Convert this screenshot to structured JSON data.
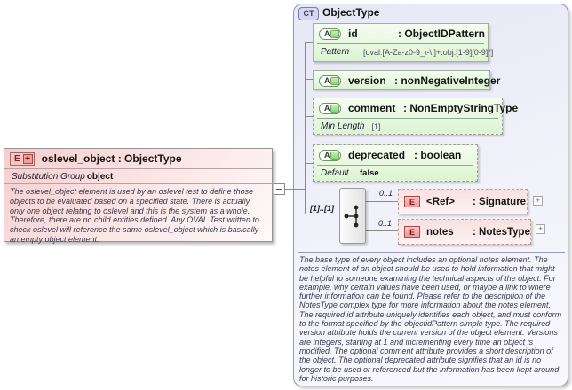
{
  "element_box": {
    "badge": "E",
    "badge_plus": "+",
    "title": "oslevel_object : ObjectType",
    "substitution_group_label": "Substitution Group",
    "substitution_group_value": "object",
    "documentation": "The oslevel_object element is used by an oslevel test to define those objects to be evaluated based on a specified state. There is actually only one object relating to oslevel and this is the system as a whole. Therefore, there are no child entities defined. Any OVAL Test written to check oslevel will reference the same oslevel_object which is basically an empty object element."
  },
  "complex_type": {
    "badge": "CT",
    "title": "ObjectType",
    "attributes": [
      {
        "badge": "A",
        "name": "id",
        "type": ": ObjectIDPattern",
        "facet_label": "Pattern",
        "facet_value": "[oval:[A-Za-z0-9_\\-\\.]+:obj:[1-9][0-9]*]"
      },
      {
        "badge": "A",
        "name": "version",
        "type": ": nonNegativeInteger"
      },
      {
        "badge": "A",
        "name": "comment",
        "type": ": NonEmptyStringType",
        "facet_label": "Min Length",
        "facet_value": "[1]"
      },
      {
        "badge": "A",
        "name": "deprecated",
        "type": ": boolean",
        "facet_label": "Default",
        "facet_value": "false"
      }
    ],
    "sequence": {
      "cardinality": "[1]..[1]",
      "children": [
        {
          "badge": "E",
          "occurrence": "0..1",
          "name": "<Ref>",
          "type": ": Signature",
          "expand_symbol": "+"
        },
        {
          "badge": "E",
          "occurrence": "0..1",
          "name": "notes",
          "type": ": NotesType",
          "expand_symbol": "+"
        }
      ]
    },
    "documentation": "The base type of every object includes an optional notes element. The notes element of an object should be used to hold information that might be helpful to someone examining the technical aspects of the object. For example, why certain values have been used, or maybe a link to where further information can be found. Please refer to the description of the NotesType complex type for more information about the notes element. The required id attribute uniquely identifies each object, and must conform to the format specified by the objectidPattern simple type. The required version attribute holds the current version of the object element. Versions are integers, starting at 1 and incrementing every time an object is modified. The optional comment attribute provides a short description of the object. The optional deprecated attribute signifies that an id is no longer to be used or referenced but the information has been kept around for historic purposes."
  }
}
